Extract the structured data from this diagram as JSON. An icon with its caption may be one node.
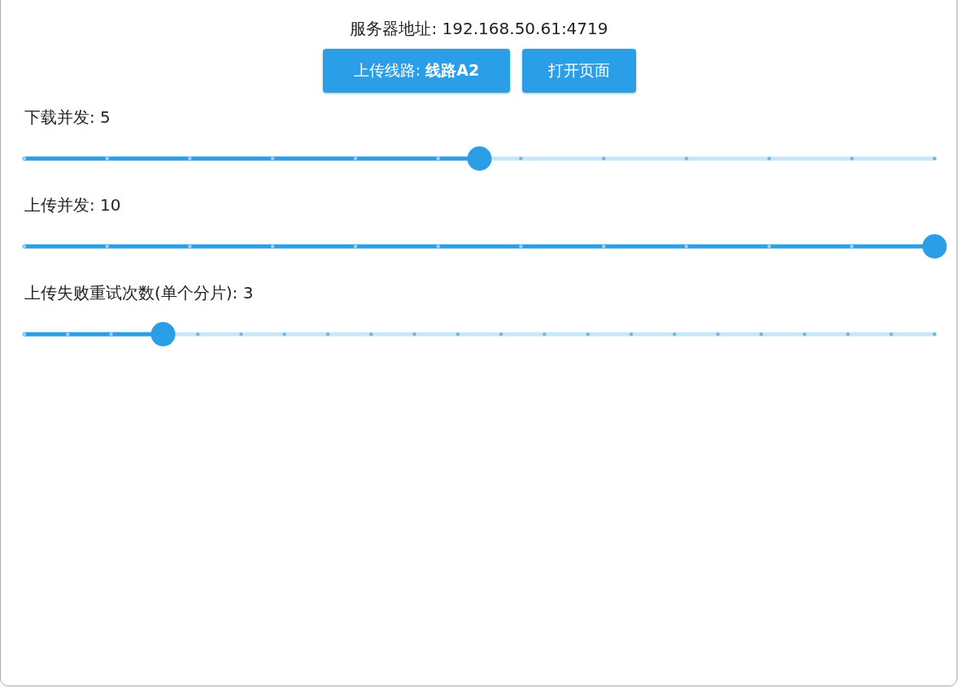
{
  "diagram": {
    "labels": [
      "服务器地址: 192.168.50.61:4719",
      "上传线路: **线路A2**",
      "打开页面",
      "下载并发: 5",
      "上传并发: 10",
      "上传失败重试次数(单个分片): 3"
    ]
  }
}
